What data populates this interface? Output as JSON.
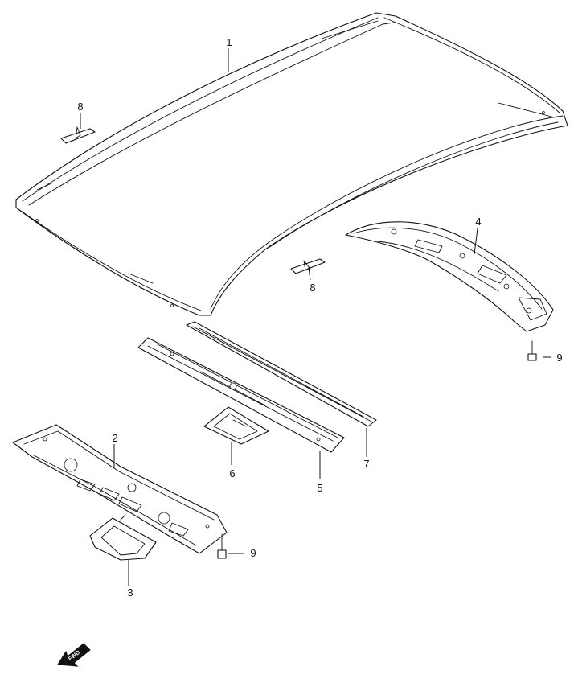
{
  "callouts": {
    "roof": "1",
    "front_header": "2",
    "front_header_bracket": "3",
    "rear_header": "4",
    "roof_bow_front": "5",
    "roof_bow_reinforcement": "6",
    "roof_bow_rear": "7",
    "adhesive_pad_a": "8",
    "adhesive_pad_b": "8",
    "bolt_a": "9",
    "bolt_b": "9"
  },
  "direction_marker": {
    "label": "FWD"
  }
}
